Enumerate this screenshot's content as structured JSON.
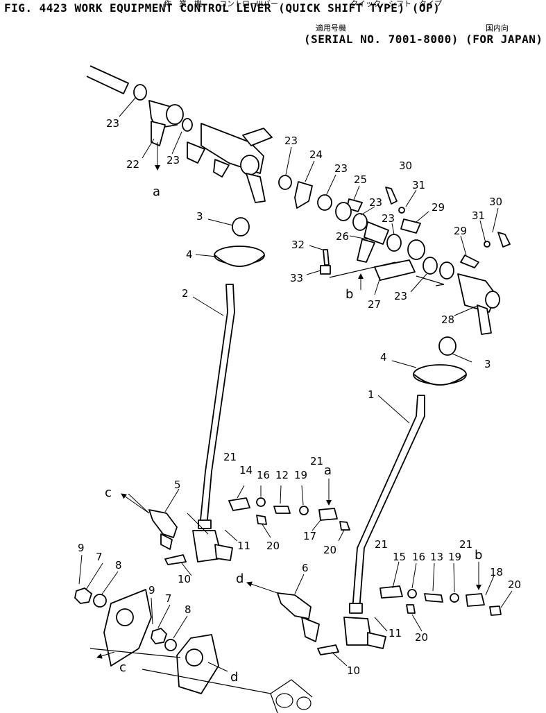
{
  "header": {
    "title": "FIG. 4423  WORK  EQUIPMENT  CONTROL  LEVER  (QUICK  SHIFT  TYPE)  (OP)",
    "jp_words": [
      "作　業　機",
      "コントロール",
      "レバー",
      "クイック　シフト　タイプ",
      ""
    ],
    "jp_applicable": "適用号機",
    "jp_for_japan": "国内向",
    "serial": "(SERIAL  NO. 7001-8000)  (FOR  JAPAN)"
  },
  "part_numbers": [
    "1",
    "2",
    "3",
    "4",
    "5",
    "6",
    "7",
    "8",
    "9",
    "10",
    "11",
    "12",
    "13",
    "14",
    "15",
    "16",
    "17",
    "18",
    "19",
    "20",
    "21",
    "22",
    "23",
    "24",
    "25",
    "26",
    "27",
    "28",
    "29",
    "30",
    "31",
    "32",
    "33"
  ],
  "callouts": {
    "p23a": "23",
    "p22": "22",
    "p23b": "23",
    "p_a_top": "a",
    "p23c": "23",
    "p24": "24",
    "p23d": "23",
    "p25": "25",
    "p30a": "30",
    "p31a": "31",
    "p23e": "23",
    "p29a": "29",
    "p23f": "23",
    "p3a": "3",
    "p4a": "4",
    "p32": "32",
    "p26": "26",
    "p30b": "30",
    "p31b": "31",
    "p29b": "29",
    "p33": "33",
    "p_b_mid": "b",
    "p27": "27",
    "p23g": "23",
    "p28": "28",
    "p2": "2",
    "p3b": "3",
    "p4b": "4",
    "p1": "1",
    "p21a": "21",
    "p14": "14",
    "p16a": "16",
    "p12": "12",
    "p19a": "19",
    "p21b": "21",
    "p_a_low": "a",
    "p5": "5",
    "p_c_arrow": "c",
    "p11a": "11",
    "p20a": "20",
    "p17": "17",
    "p20b": "20",
    "p10a": "10",
    "p9a": "9",
    "p7a": "7",
    "p8a": "8",
    "p9b": "9",
    "p7b": "7",
    "p8b": "8",
    "p6": "6",
    "p_d_arrow": "d",
    "p21c": "21",
    "p15": "15",
    "p16b": "16",
    "p13": "13",
    "p19b": "19",
    "p21d": "21",
    "p_b_low": "b",
    "p18": "18",
    "p20c": "20",
    "p11b": "11",
    "p20d": "20",
    "p10b": "10",
    "p_c_low": "c",
    "p_d_low": "d"
  },
  "colors": {
    "ink": "#000000",
    "paper": "#ffffff"
  }
}
